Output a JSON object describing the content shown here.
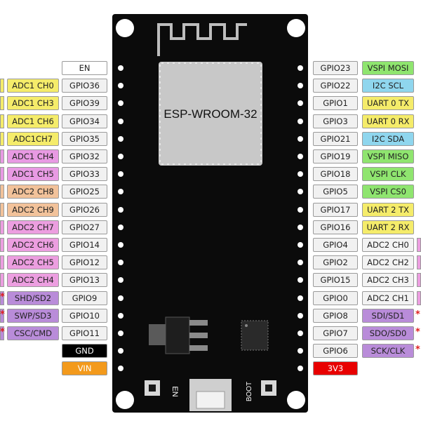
{
  "board": {
    "module_name": "ESP-WROOM-32",
    "en_button_label": "EN",
    "boot_button_label": "BOOT",
    "board_color": "#0b0b0b",
    "shield_color": "#c8c8c8"
  },
  "colors": {
    "adc1": "#f5ec6a",
    "adc1_ch4": "#e89ae3",
    "adc2": "#f2c29a",
    "adc2_pink": "#ec9ee0",
    "flash": "#b98cd9",
    "vspi": "#8fe56f",
    "i2c": "#8fd6ee",
    "uart": "#f5ec6a",
    "gnd": "#000000",
    "vin": "#f39a1c",
    "v33": "#e80000",
    "en_label": "#ffffff"
  },
  "left_pins": [
    {
      "gpio": "EN"
    },
    {
      "gpio": "GPIO36",
      "func": "ADC1 CH0",
      "fc": "adc1"
    },
    {
      "gpio": "GPIO39",
      "func": "ADC1 CH3",
      "fc": "adc1"
    },
    {
      "gpio": "GPIO34",
      "func": "ADC1 CH6",
      "fc": "adc1"
    },
    {
      "gpio": "GPIO35",
      "func": "ADC1CH7",
      "fc": "adc1"
    },
    {
      "gpio": "GPIO32",
      "func": "ADC1 CH4",
      "fc": "adc1_ch4"
    },
    {
      "gpio": "GPIO33",
      "func": "ADC1 CH5",
      "fc": "adc1_ch4"
    },
    {
      "gpio": "GPIO25",
      "func": "ADC2 CH8",
      "fc": "adc2"
    },
    {
      "gpio": "GPIO26",
      "func": "ADC2 CH9",
      "fc": "adc2"
    },
    {
      "gpio": "GPIO27",
      "func": "ADC2 CH7",
      "fc": "adc2_pink"
    },
    {
      "gpio": "GPIO14",
      "func": "ADC2 CH6",
      "fc": "adc2_pink"
    },
    {
      "gpio": "GPIO12",
      "func": "ADC2 CH5",
      "fc": "adc2_pink"
    },
    {
      "gpio": "GPIO13",
      "func": "ADC2 CH4",
      "fc": "adc2_pink"
    },
    {
      "gpio": "GPIO9",
      "func": "SHD/SD2",
      "fc": "flash",
      "star": "*"
    },
    {
      "gpio": "GPIO10",
      "func": "SWP/SD3",
      "fc": "flash",
      "star": "*"
    },
    {
      "gpio": "GPIO11",
      "func": "CSC/CMD",
      "fc": "flash",
      "star": "*"
    },
    {
      "gpio": "GND",
      "gc": "gnd",
      "gt": "#ffffff"
    },
    {
      "gpio": "VIN",
      "gc": "vin",
      "gt": "#ffffff"
    }
  ],
  "right_pins": [
    {
      "gpio": "GPIO23",
      "func": "VSPI MOSI",
      "fc": "vspi"
    },
    {
      "gpio": "GPIO22",
      "func": "I2C SCL",
      "fc": "i2c"
    },
    {
      "gpio": "GPIO1",
      "func": "UART 0 TX",
      "fc": "uart"
    },
    {
      "gpio": "GPIO3",
      "func": "UART 0 RX",
      "fc": "uart"
    },
    {
      "gpio": "GPIO21",
      "func": "I2C SDA",
      "fc": "i2c"
    },
    {
      "gpio": "GPIO19",
      "func": "VSPI MISO",
      "fc": "vspi"
    },
    {
      "gpio": "GPIO18",
      "func": "VSPI CLK",
      "fc": "vspi"
    },
    {
      "gpio": "GPIO5",
      "func": "VSPI CS0",
      "fc": "vspi"
    },
    {
      "gpio": "GPIO17",
      "func": "UART 2 TX",
      "fc": "uart"
    },
    {
      "gpio": "GPIO16",
      "func": "UART 2 RX",
      "fc": "uart"
    },
    {
      "gpio": "GPIO4",
      "func": "ADC2 CH0",
      "fc": "adc2_white"
    },
    {
      "gpio": "GPIO2",
      "func": "ADC2 CH2",
      "fc": "adc2_white"
    },
    {
      "gpio": "GPIO15",
      "func": "ADC2 CH3",
      "fc": "adc2_white"
    },
    {
      "gpio": "GPIO0",
      "func": "ADC2 CH1",
      "fc": "adc2_white"
    },
    {
      "gpio": "GPIO8",
      "func": "SDI/SD1",
      "fc": "flash",
      "star": "*"
    },
    {
      "gpio": "GPIO7",
      "func": "SDO/SD0",
      "fc": "flash",
      "star": "*"
    },
    {
      "gpio": "GPIO6",
      "func": "SCK/CLK",
      "fc": "flash",
      "star": "*"
    },
    {
      "gpio": "3V3",
      "gc": "v33",
      "gt": "#ffffff",
      "plain": true
    }
  ]
}
